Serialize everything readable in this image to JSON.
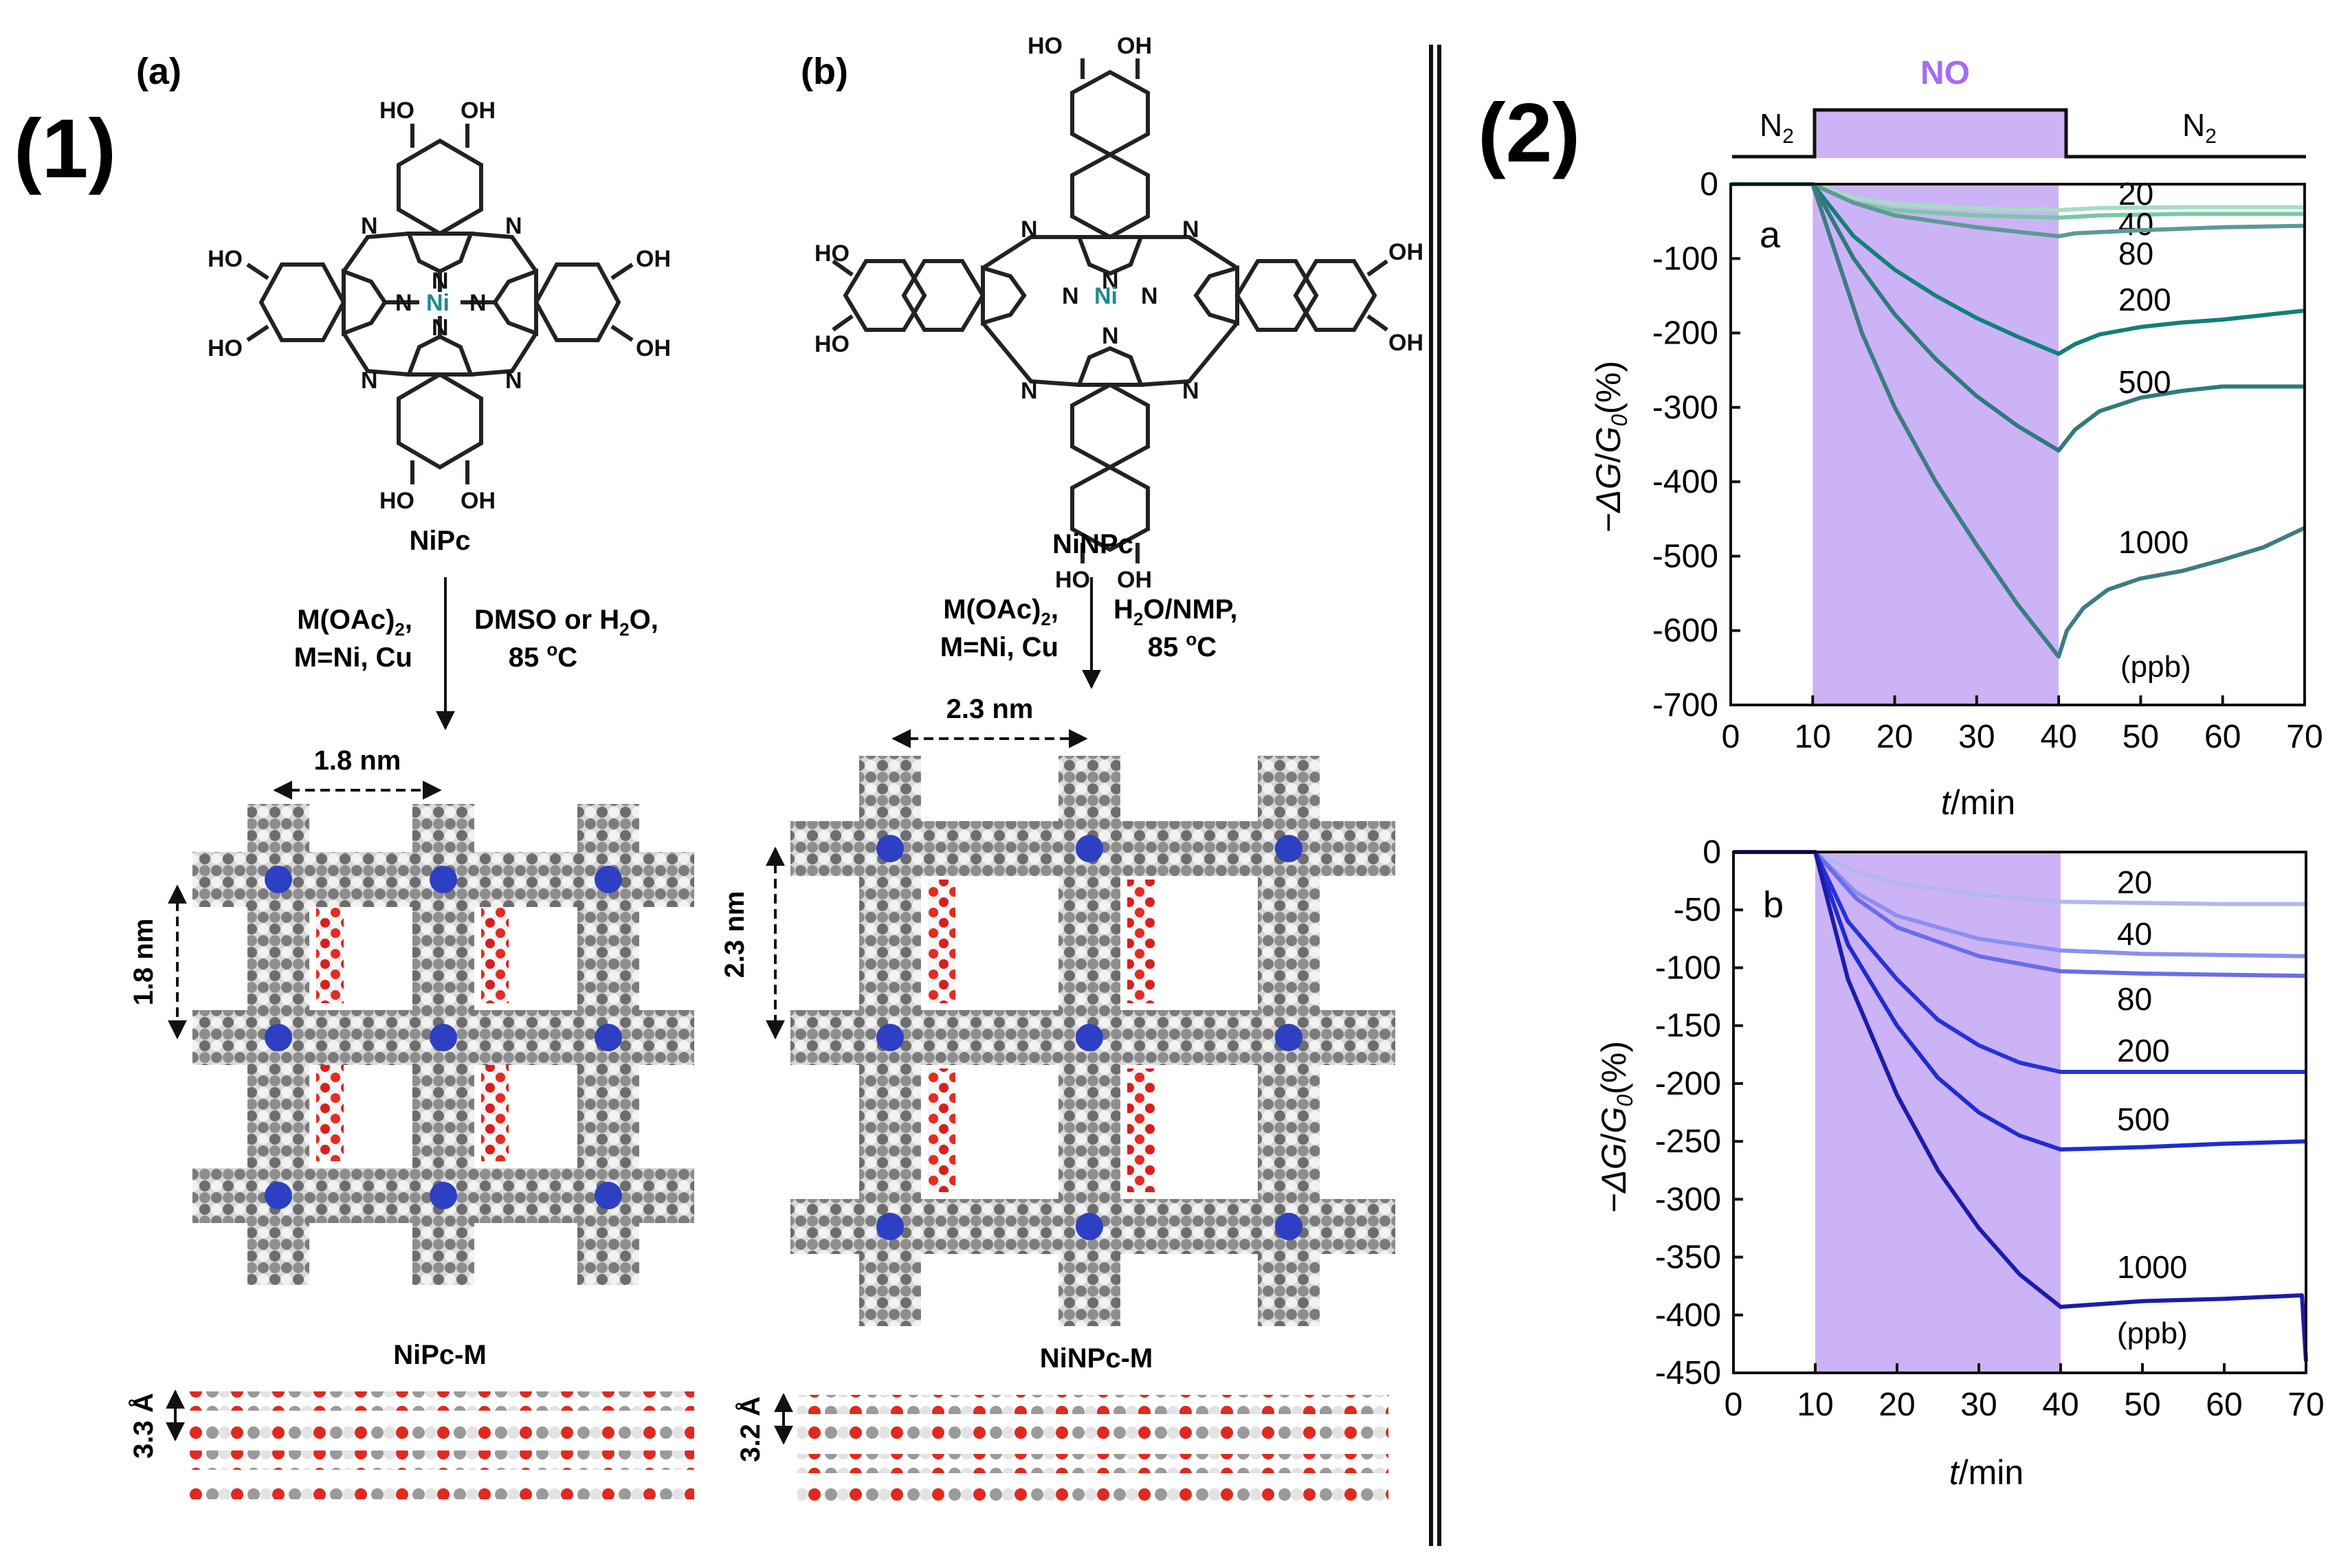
{
  "panel1": {
    "label": "(1)",
    "a": {
      "label": "(a)",
      "substituent": "HO",
      "substituent_r": "OH",
      "metal": "Ni",
      "atom_n": "N",
      "compound": "NiPc",
      "reagent_line1": "M(OAc)",
      "reagent_sub": "2",
      "reagent_comma": ",",
      "reagent_line2": "M=Ni, Cu",
      "solvent_line1": "DMSO or H",
      "solvent_sub": "2",
      "solvent_tail": "O,",
      "temp_value": "85 ",
      "temp_sup": "o",
      "temp_unit": "C",
      "pore_h": "1.8 nm",
      "pore_v": "1.8 nm",
      "framework": "NiPc-M",
      "stacking": "3.3 Å"
    },
    "b": {
      "label": "(b)",
      "substituent": "HO",
      "substituent_r": "OH",
      "metal": "Ni",
      "atom_n": "N",
      "compound": "NiNPc",
      "reagent_line1": "M(OAc)",
      "reagent_sub": "2",
      "reagent_comma": ",",
      "reagent_line2": "M=Ni, Cu",
      "solvent_pre": "H",
      "solvent_sub": "2",
      "solvent_tail": "O/NMP,",
      "temp_value": "85 ",
      "temp_sup": "o",
      "temp_unit": "C",
      "pore_h": "2.3 nm",
      "pore_v": "2.3 nm",
      "framework": "NiNPc-M",
      "stacking": "3.2 Å"
    }
  },
  "panel2": {
    "label": "(2)",
    "gas_pulse": {
      "before": "N",
      "before_sub": "2",
      "during": "NO",
      "after": "N",
      "after_sub": "2"
    },
    "colors": {
      "no_window": "#ccb3f6",
      "pulse_label": "#a56cf0"
    }
  },
  "chart_data": [
    {
      "type": "line",
      "panel": "a",
      "x_label_italic": "t",
      "x_label_unit": "/min",
      "y_label_parts": [
        "−",
        "ΔG",
        "/",
        "G",
        "0",
        "(%)"
      ],
      "xlim": [
        0,
        70
      ],
      "ylim": [
        -700,
        0
      ],
      "x_ticks": [
        0,
        10,
        20,
        30,
        40,
        50,
        60,
        70
      ],
      "y_ticks": [
        0,
        -100,
        -200,
        -300,
        -400,
        -500,
        -600,
        -700
      ],
      "shaded_region": [
        10,
        40
      ],
      "unit_note": "(ppb)",
      "series": [
        {
          "name": "20",
          "color": "#a6dcc4",
          "points": [
            [
              0,
              0
            ],
            [
              10,
              0
            ],
            [
              15,
              -18
            ],
            [
              20,
              -27
            ],
            [
              30,
              -33
            ],
            [
              40,
              -35
            ],
            [
              45,
              -32
            ],
            [
              55,
              -31
            ],
            [
              70,
              -31
            ]
          ]
        },
        {
          "name": "40",
          "color": "#79c8a4",
          "points": [
            [
              0,
              0
            ],
            [
              10,
              0
            ],
            [
              15,
              -25
            ],
            [
              20,
              -35
            ],
            [
              30,
              -42
            ],
            [
              40,
              -45
            ],
            [
              45,
              -42
            ],
            [
              55,
              -40
            ],
            [
              70,
              -40
            ]
          ]
        },
        {
          "name": "80",
          "color": "#5e9a95",
          "points": [
            [
              0,
              0
            ],
            [
              10,
              0
            ],
            [
              15,
              -25
            ],
            [
              20,
              -42
            ],
            [
              30,
              -58
            ],
            [
              40,
              -70
            ],
            [
              42,
              -66
            ],
            [
              50,
              -62
            ],
            [
              60,
              -58
            ],
            [
              70,
              -56
            ]
          ]
        },
        {
          "name": "200",
          "color": "#12807a",
          "points": [
            [
              0,
              0
            ],
            [
              10,
              0
            ],
            [
              15,
              -70
            ],
            [
              20,
              -115
            ],
            [
              25,
              -150
            ],
            [
              30,
              -180
            ],
            [
              35,
              -205
            ],
            [
              40,
              -228
            ],
            [
              42,
              -215
            ],
            [
              45,
              -202
            ],
            [
              50,
              -192
            ],
            [
              55,
              -186
            ],
            [
              60,
              -182
            ],
            [
              65,
              -176
            ],
            [
              70,
              -170
            ]
          ]
        },
        {
          "name": "500",
          "color": "#2f7a7c",
          "points": [
            [
              0,
              0
            ],
            [
              10,
              0
            ],
            [
              15,
              -100
            ],
            [
              20,
              -175
            ],
            [
              25,
              -235
            ],
            [
              30,
              -285
            ],
            [
              35,
              -325
            ],
            [
              40,
              -358
            ],
            [
              42,
              -330
            ],
            [
              45,
              -305
            ],
            [
              50,
              -287
            ],
            [
              55,
              -278
            ],
            [
              60,
              -272
            ],
            [
              65,
              -272
            ],
            [
              70,
              -272
            ]
          ]
        },
        {
          "name": "1000",
          "color": "#3c7d82",
          "points": [
            [
              0,
              0
            ],
            [
              10,
              0
            ],
            [
              13,
              -100
            ],
            [
              16,
              -200
            ],
            [
              20,
              -300
            ],
            [
              25,
              -400
            ],
            [
              30,
              -485
            ],
            [
              35,
              -565
            ],
            [
              40,
              -635
            ],
            [
              41,
              -600
            ],
            [
              43,
              -570
            ],
            [
              46,
              -545
            ],
            [
              50,
              -530
            ],
            [
              55,
              -520
            ],
            [
              60,
              -505
            ],
            [
              65,
              -488
            ],
            [
              70,
              -462
            ]
          ]
        }
      ]
    },
    {
      "type": "line",
      "panel": "b",
      "x_label_italic": "t",
      "x_label_unit": "/min",
      "y_label_parts": [
        "−",
        "ΔG",
        "/",
        "G",
        "0",
        "(%)"
      ],
      "xlim": [
        0,
        70
      ],
      "ylim": [
        -450,
        0
      ],
      "x_ticks": [
        0,
        10,
        20,
        30,
        40,
        50,
        60,
        70
      ],
      "y_ticks": [
        0,
        -50,
        -100,
        -150,
        -200,
        -250,
        -300,
        -350,
        -400,
        -450
      ],
      "shaded_region": [
        10,
        40
      ],
      "unit_note": "(ppb)",
      "series": [
        {
          "name": "20",
          "color": "#b3b6f2",
          "points": [
            [
              0,
              0
            ],
            [
              10,
              0
            ],
            [
              15,
              -17
            ],
            [
              20,
              -27
            ],
            [
              30,
              -37
            ],
            [
              40,
              -43
            ],
            [
              50,
              -44
            ],
            [
              60,
              -45
            ],
            [
              70,
              -45
            ]
          ]
        },
        {
          "name": "40",
          "color": "#8c8ff0",
          "points": [
            [
              0,
              0
            ],
            [
              10,
              0
            ],
            [
              15,
              -35
            ],
            [
              20,
              -55
            ],
            [
              30,
              -75
            ],
            [
              40,
              -85
            ],
            [
              50,
              -88
            ],
            [
              60,
              -89
            ],
            [
              70,
              -90
            ]
          ]
        },
        {
          "name": "80",
          "color": "#6a6de8",
          "points": [
            [
              0,
              0
            ],
            [
              10,
              0
            ],
            [
              15,
              -40
            ],
            [
              20,
              -65
            ],
            [
              30,
              -90
            ],
            [
              40,
              -103
            ],
            [
              50,
              -105
            ],
            [
              60,
              -106
            ],
            [
              70,
              -107
            ]
          ]
        },
        {
          "name": "200",
          "color": "#2733d8",
          "points": [
            [
              0,
              0
            ],
            [
              10,
              0
            ],
            [
              14,
              -60
            ],
            [
              20,
              -110
            ],
            [
              25,
              -145
            ],
            [
              30,
              -167
            ],
            [
              35,
              -182
            ],
            [
              40,
              -190
            ],
            [
              50,
              -190
            ],
            [
              60,
              -190
            ],
            [
              70,
              -190
            ]
          ]
        },
        {
          "name": "500",
          "color": "#1f2ccf",
          "points": [
            [
              0,
              0
            ],
            [
              10,
              0
            ],
            [
              14,
              -80
            ],
            [
              20,
              -150
            ],
            [
              25,
              -195
            ],
            [
              30,
              -225
            ],
            [
              35,
              -245
            ],
            [
              40,
              -257
            ],
            [
              50,
              -255
            ],
            [
              60,
              -252
            ],
            [
              70,
              -250
            ]
          ]
        },
        {
          "name": "1000",
          "color": "#1d1ca8",
          "points": [
            [
              0,
              0
            ],
            [
              10,
              0
            ],
            [
              14,
              -110
            ],
            [
              20,
              -210
            ],
            [
              25,
              -275
            ],
            [
              30,
              -325
            ],
            [
              35,
              -365
            ],
            [
              40,
              -393
            ],
            [
              42,
              -392
            ],
            [
              50,
              -388
            ],
            [
              60,
              -386
            ],
            [
              69.5,
              -383
            ],
            [
              70,
              -440
            ]
          ]
        }
      ]
    }
  ]
}
